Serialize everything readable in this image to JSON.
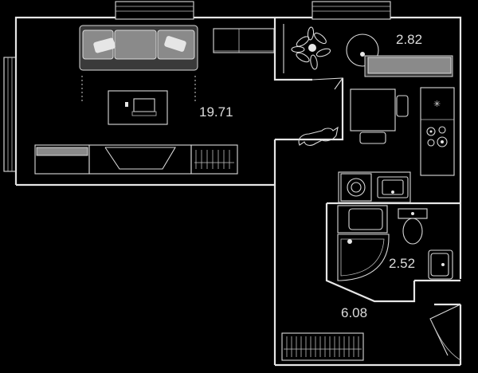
{
  "rooms": {
    "living_area": "19.71",
    "kitchen_area": "2.82",
    "bathroom_area": "2.52",
    "hall_area": "6.08"
  },
  "colors": {
    "background": "#000000",
    "lines": "#e6e6e6",
    "sofa_fill": "#8a8a8a"
  },
  "icons": [
    "sofa-icon",
    "tv-icon",
    "plant-icon",
    "cat-icon",
    "stove-icon",
    "washing-machine-icon",
    "toilet-icon",
    "shower-icon",
    "sink-icon"
  ]
}
